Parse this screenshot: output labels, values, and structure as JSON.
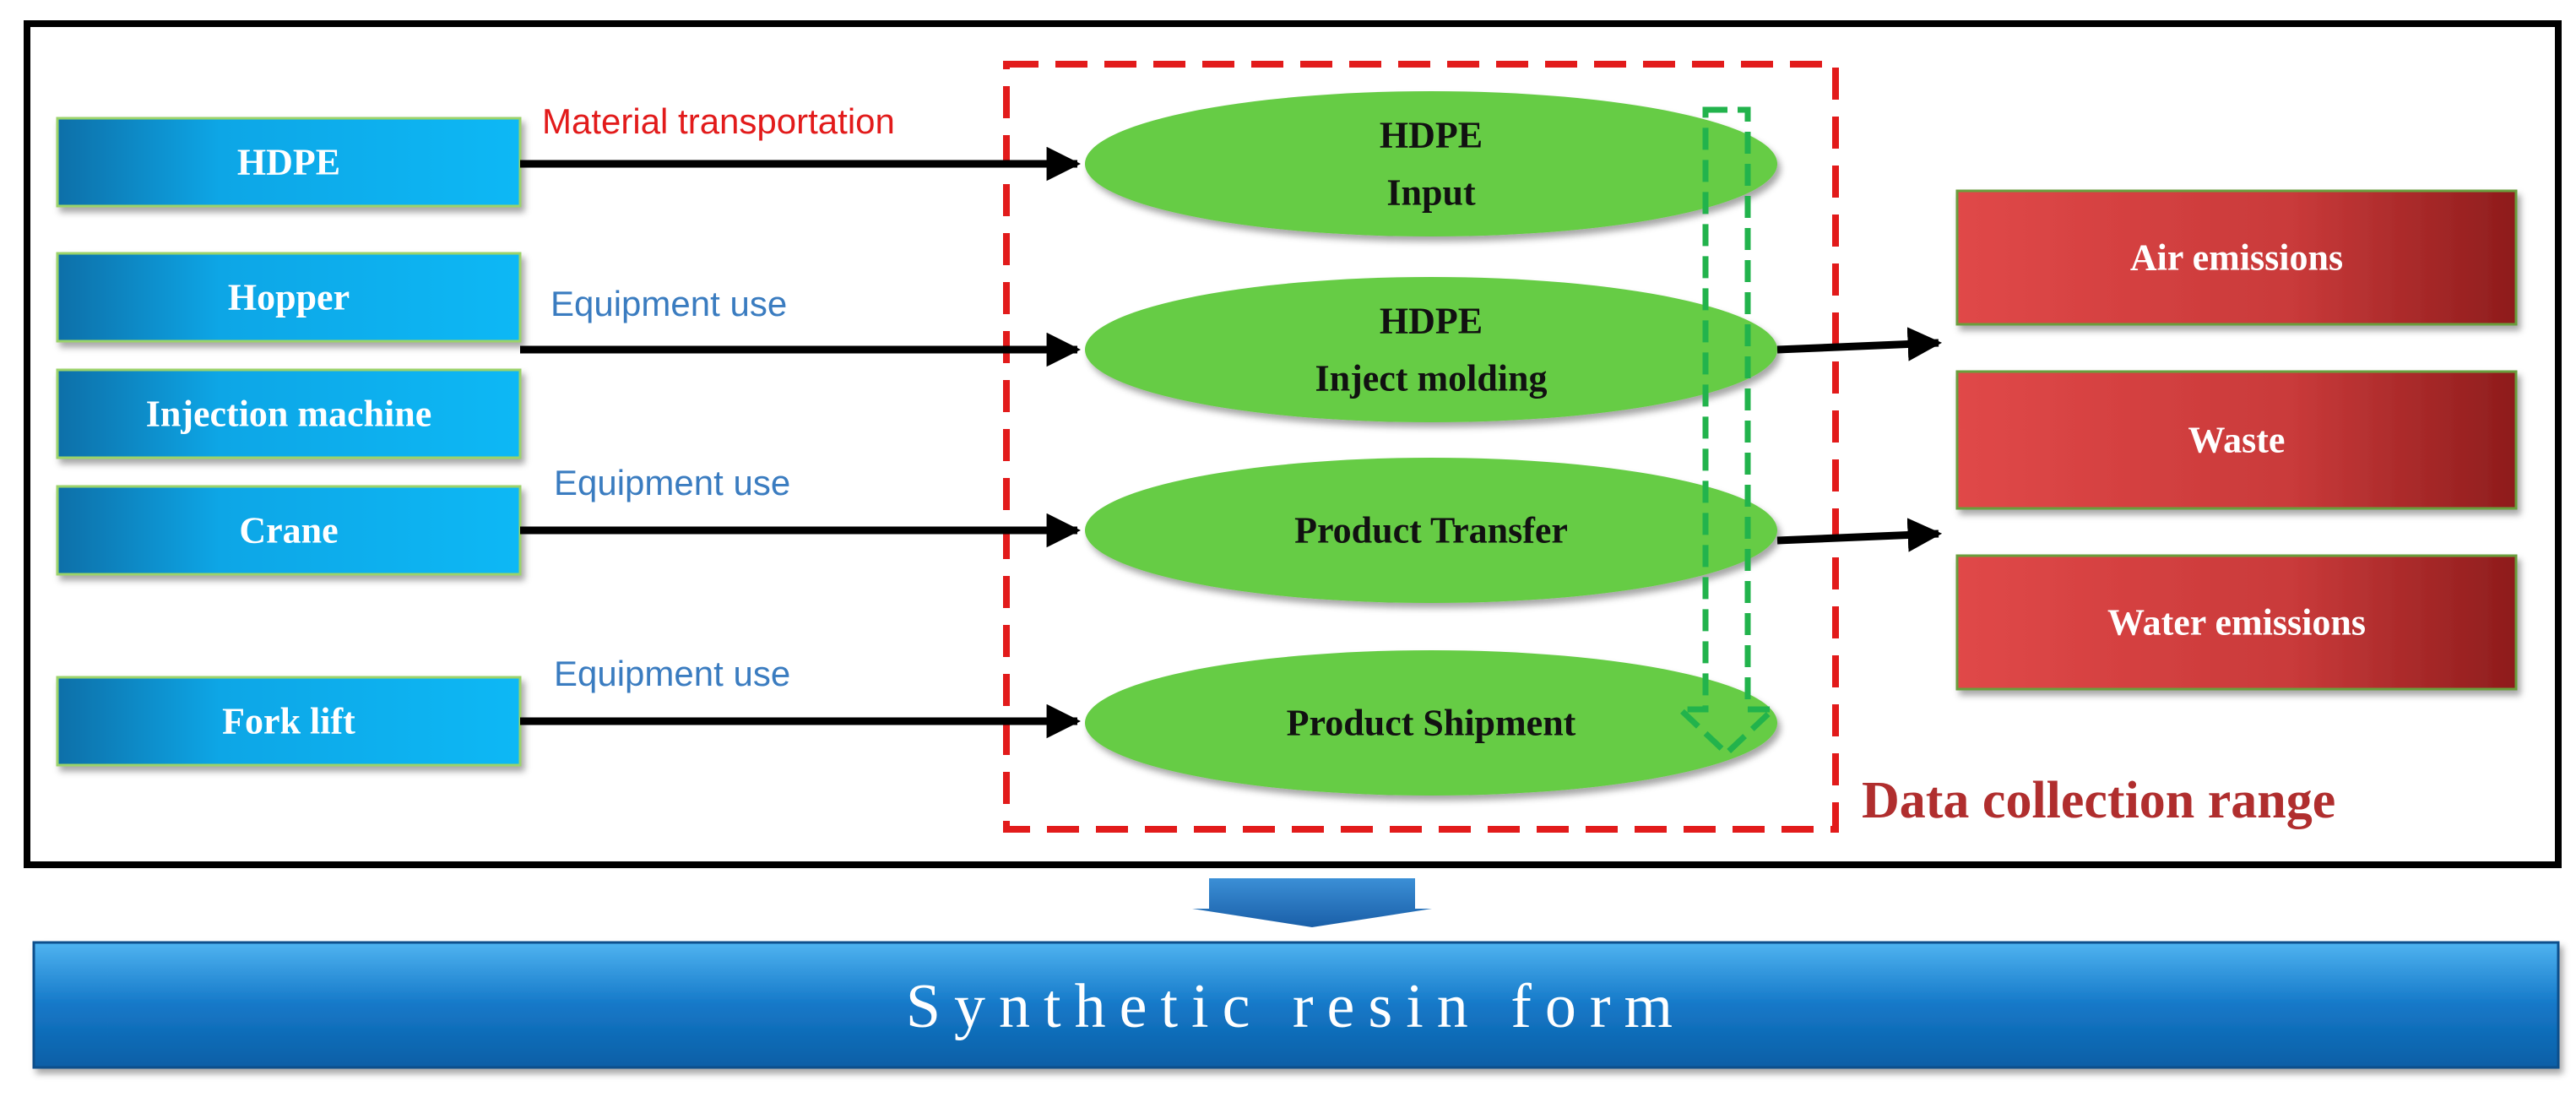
{
  "inputs": {
    "hdpe": "HDPE",
    "hopper": "Hopper",
    "injection_machine": "Injection machine",
    "crane": "Crane",
    "fork_lift": "Fork lift"
  },
  "edge_labels": {
    "material_transportation": "Material transportation",
    "equipment_use_1": "Equipment use",
    "equipment_use_2": "Equipment use",
    "equipment_use_3": "Equipment use"
  },
  "processes": {
    "input_line1": "HDPE",
    "input_line2": "Input",
    "molding_line1": "HDPE",
    "molding_line2": "Inject molding",
    "transfer": "Product Transfer",
    "shipment": "Product Shipment"
  },
  "outputs": {
    "air": "Air emissions",
    "waste": "Waste",
    "water": "Water emissions"
  },
  "range_label": "Data collection range",
  "result_label": "Synthetic resin form",
  "colors": {
    "input_box": "#0aa7e6",
    "process_ellipse": "#66cc44",
    "output_box": "#c83535",
    "range_border": "#e21b1b",
    "flow_arrow": "#22b34c",
    "result_bar": "#1478c8"
  }
}
